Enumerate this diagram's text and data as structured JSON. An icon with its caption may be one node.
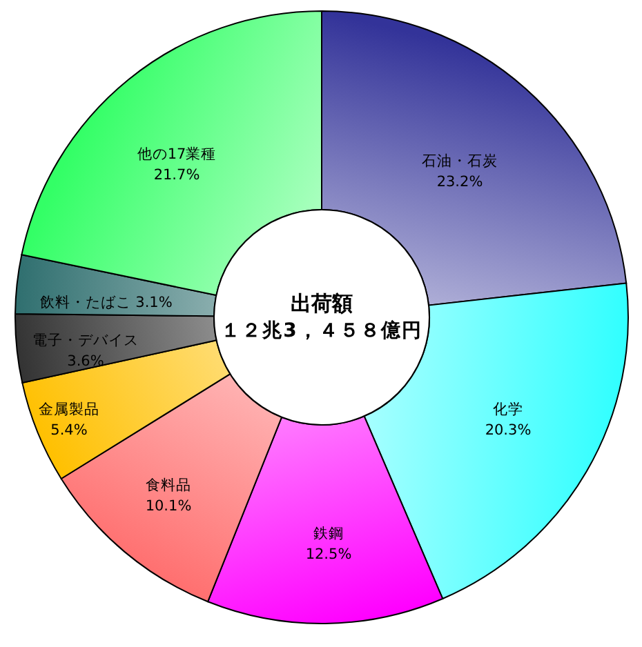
{
  "diagram": {
    "labels": [
      "出荷額",
      "１２兆3，４５８億円"
    ],
    "chart_data": {
      "type": "donut",
      "categories": [
        "石油・石炭",
        "化学",
        "鉄鋼",
        "食料品",
        "金属製品",
        "電子・デバイス",
        "飲料・たばこ",
        "他の17業種"
      ],
      "series": [
        {
          "values": [
            23.2,
            20.3,
            12.5,
            10.1,
            5.4,
            3.6,
            3.1,
            21.7
          ],
          "color": [
            "#333399",
            "#33ffff",
            "#ff00ff",
            "#ff7070",
            "#ffc000",
            "#333333",
            "#2f6f6f",
            "#33ff66"
          ]
        }
      ],
      "value_labels": [
        "23.2%",
        "20.3%",
        "12.5%",
        "10.1%",
        "5.4%",
        "3.6%",
        "3.1%",
        "21.7%"
      ]
    }
  }
}
